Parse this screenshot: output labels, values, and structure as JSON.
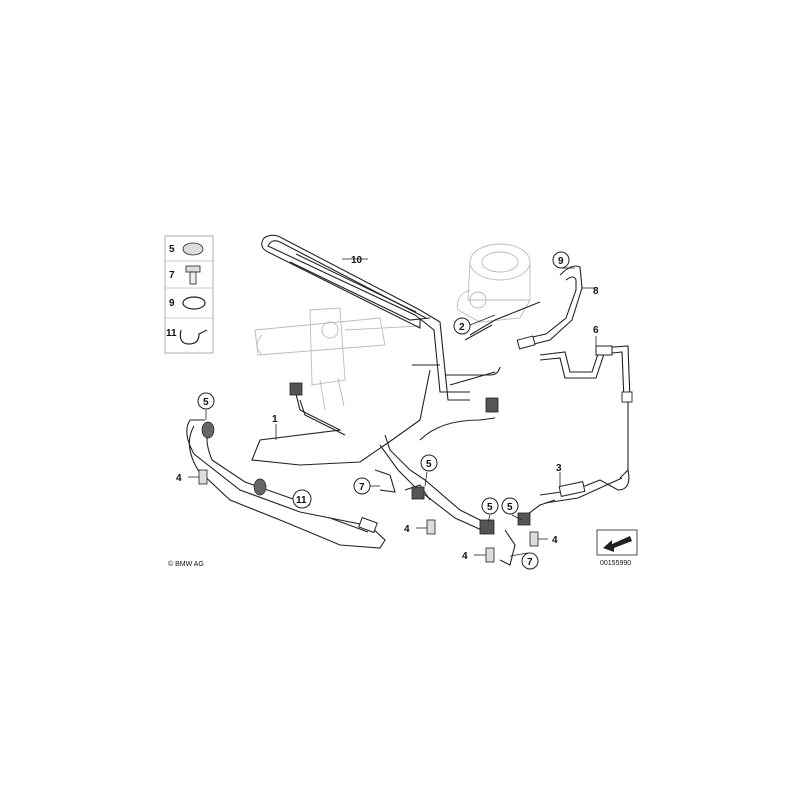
{
  "diagram": {
    "copyright": "© BMW AG",
    "image_number": "00155990",
    "legend": [
      "5",
      "7",
      "9",
      "11"
    ],
    "callouts": {
      "c1": "1",
      "c2": "2",
      "c3": "3",
      "c4a": "4",
      "c4b": "4",
      "c4c": "4",
      "c4d": "4",
      "c5a": "5",
      "c5b": "5",
      "c5c": "5",
      "c5d": "5",
      "c6": "6",
      "c7a": "7",
      "c7b": "7",
      "c8": "8",
      "c9": "9",
      "c10": "10",
      "c11": "11"
    }
  }
}
